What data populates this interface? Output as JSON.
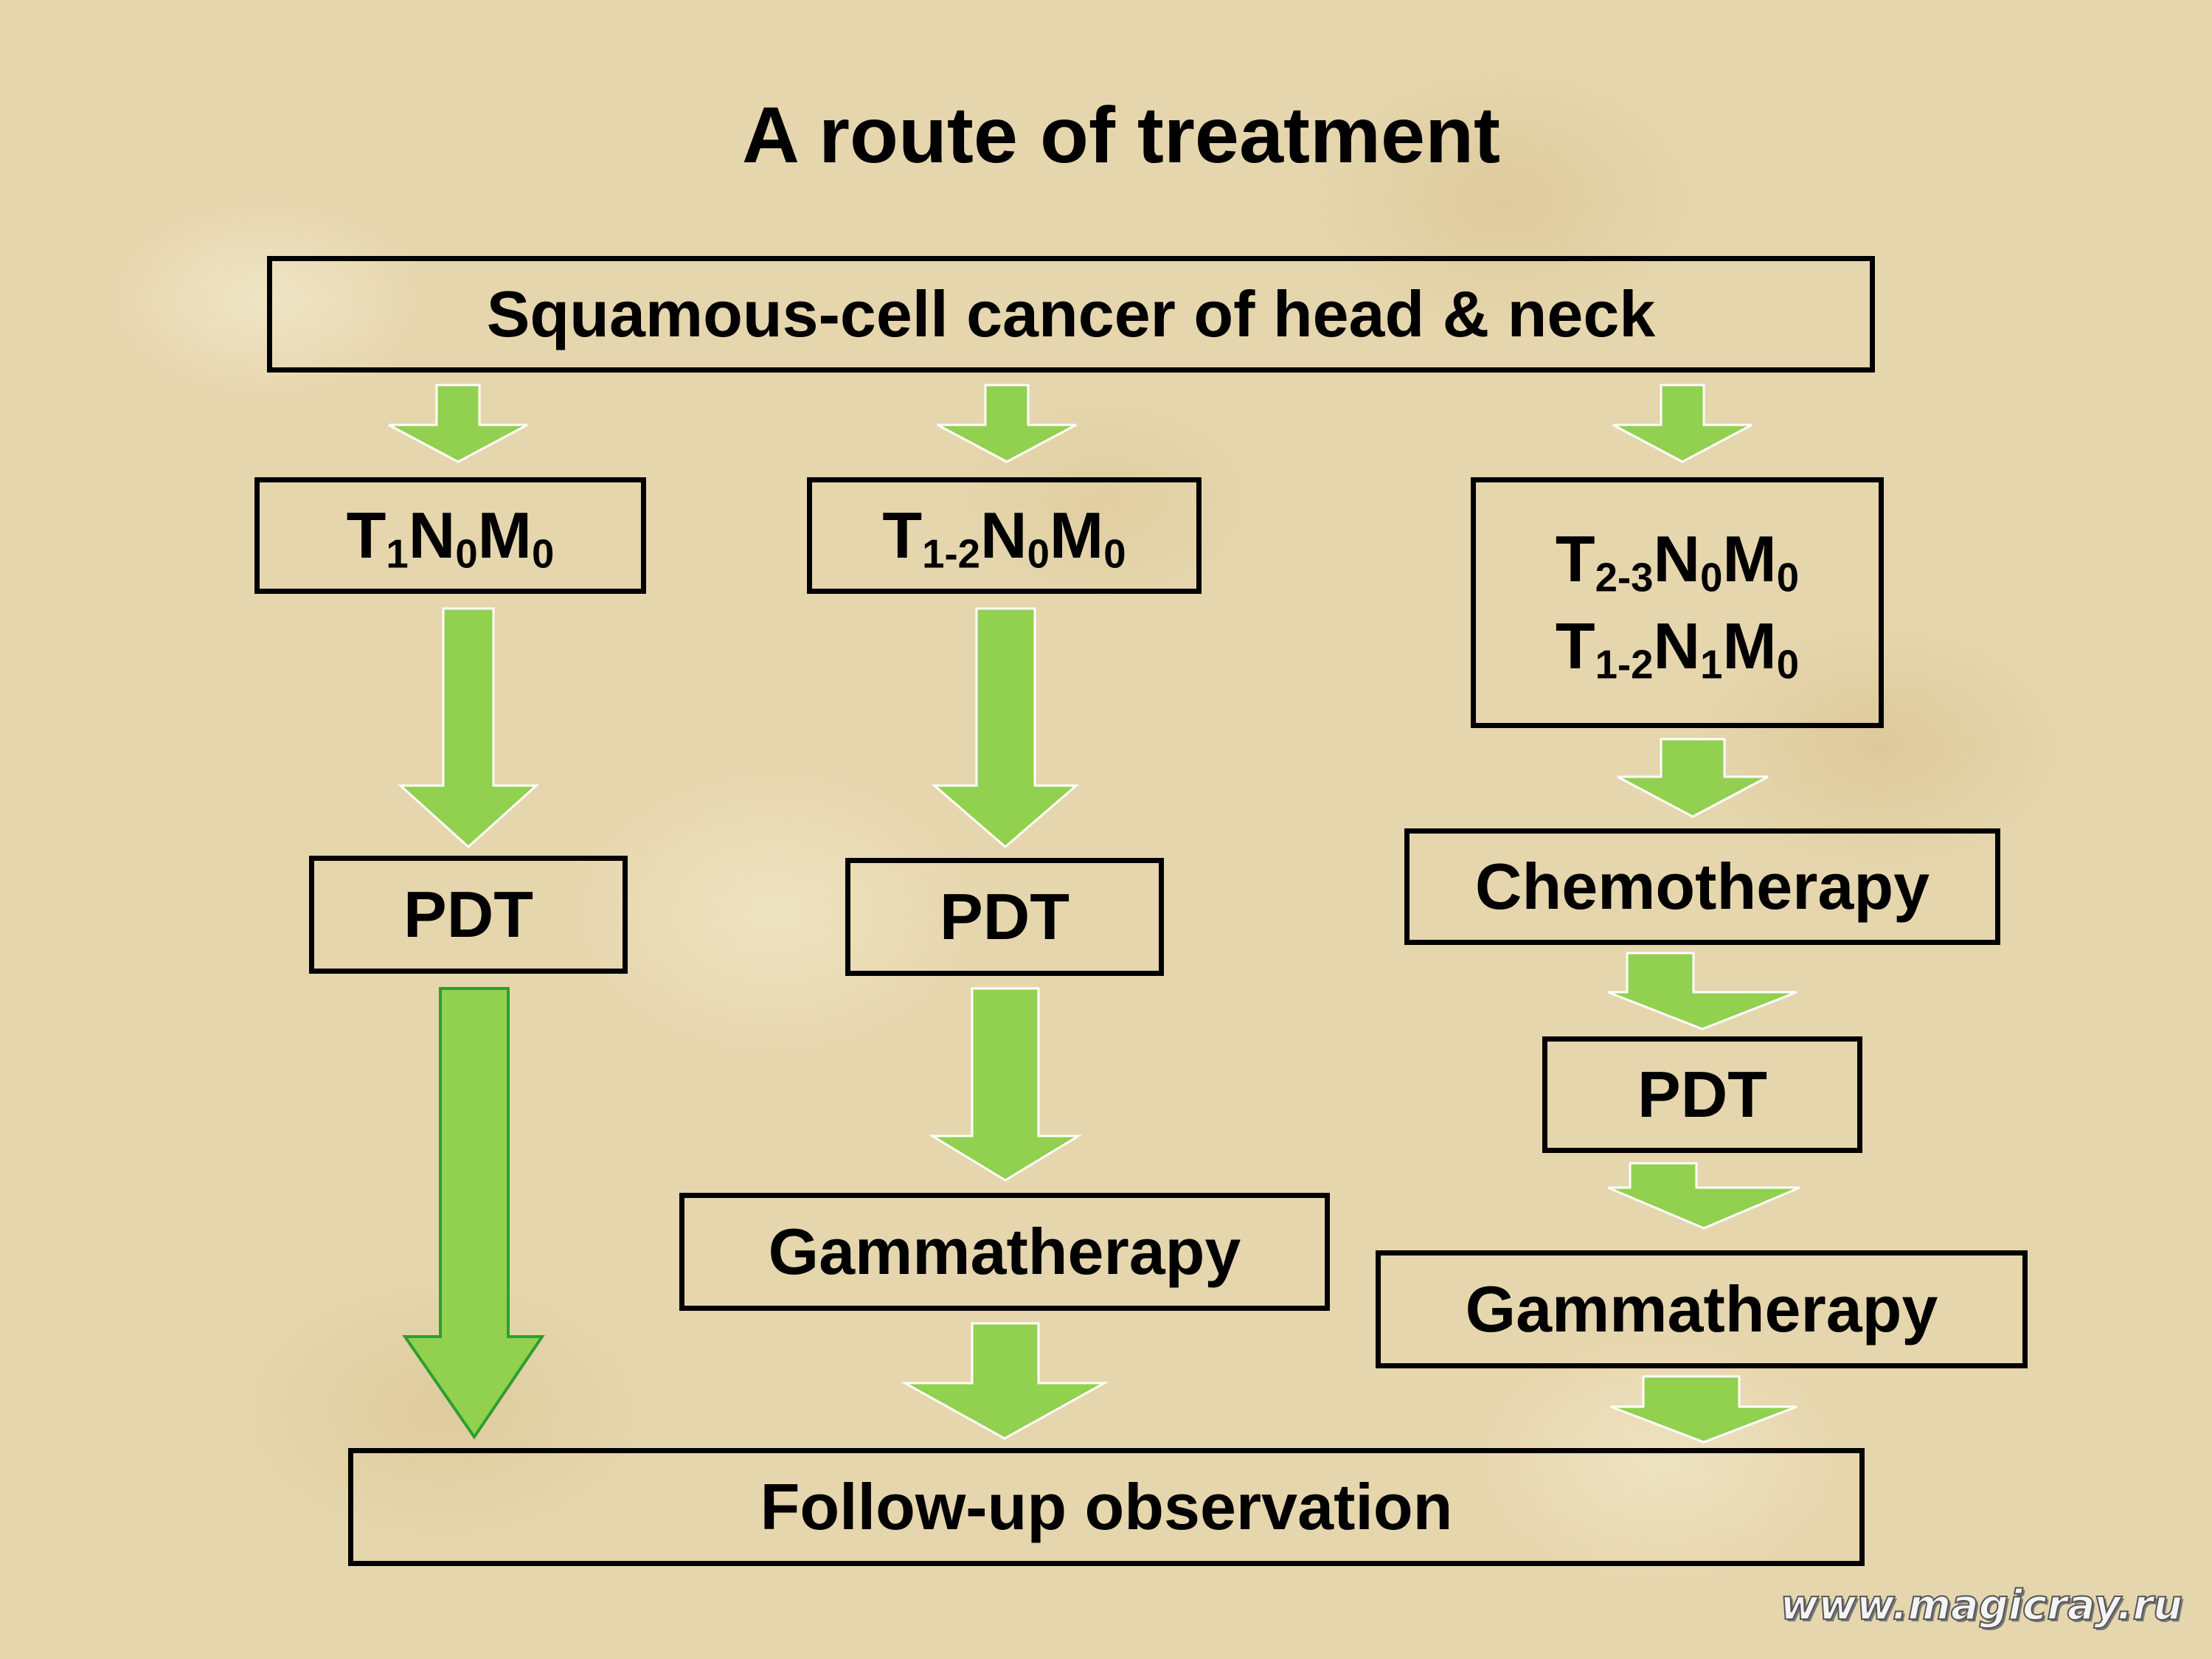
{
  "title": "A route of treatment",
  "top_box": "Squamous-cell cancer of head & neck",
  "columns": [
    {
      "stages": [
        {
          "T": "1",
          "N": "0",
          "M": "0"
        }
      ],
      "steps": [
        "PDT"
      ]
    },
    {
      "stages": [
        {
          "T": "1-2",
          "N": "0",
          "M": "0"
        }
      ],
      "steps": [
        "PDT",
        "Gammatherapy"
      ]
    },
    {
      "stages": [
        {
          "T": "2-3",
          "N": "0",
          "M": "0"
        },
        {
          "T": "1-2",
          "N": "1",
          "M": "0"
        }
      ],
      "steps": [
        "Chemotherapy",
        "PDT",
        "Gammatherapy"
      ]
    }
  ],
  "bottom_box": "Follow-up observation",
  "watermark": "www.magicray.ru",
  "colors": {
    "arrow_fill": "#92d050",
    "arrow_stroke": "#2e9e2e",
    "box_border": "#000000",
    "text": "#000000"
  }
}
